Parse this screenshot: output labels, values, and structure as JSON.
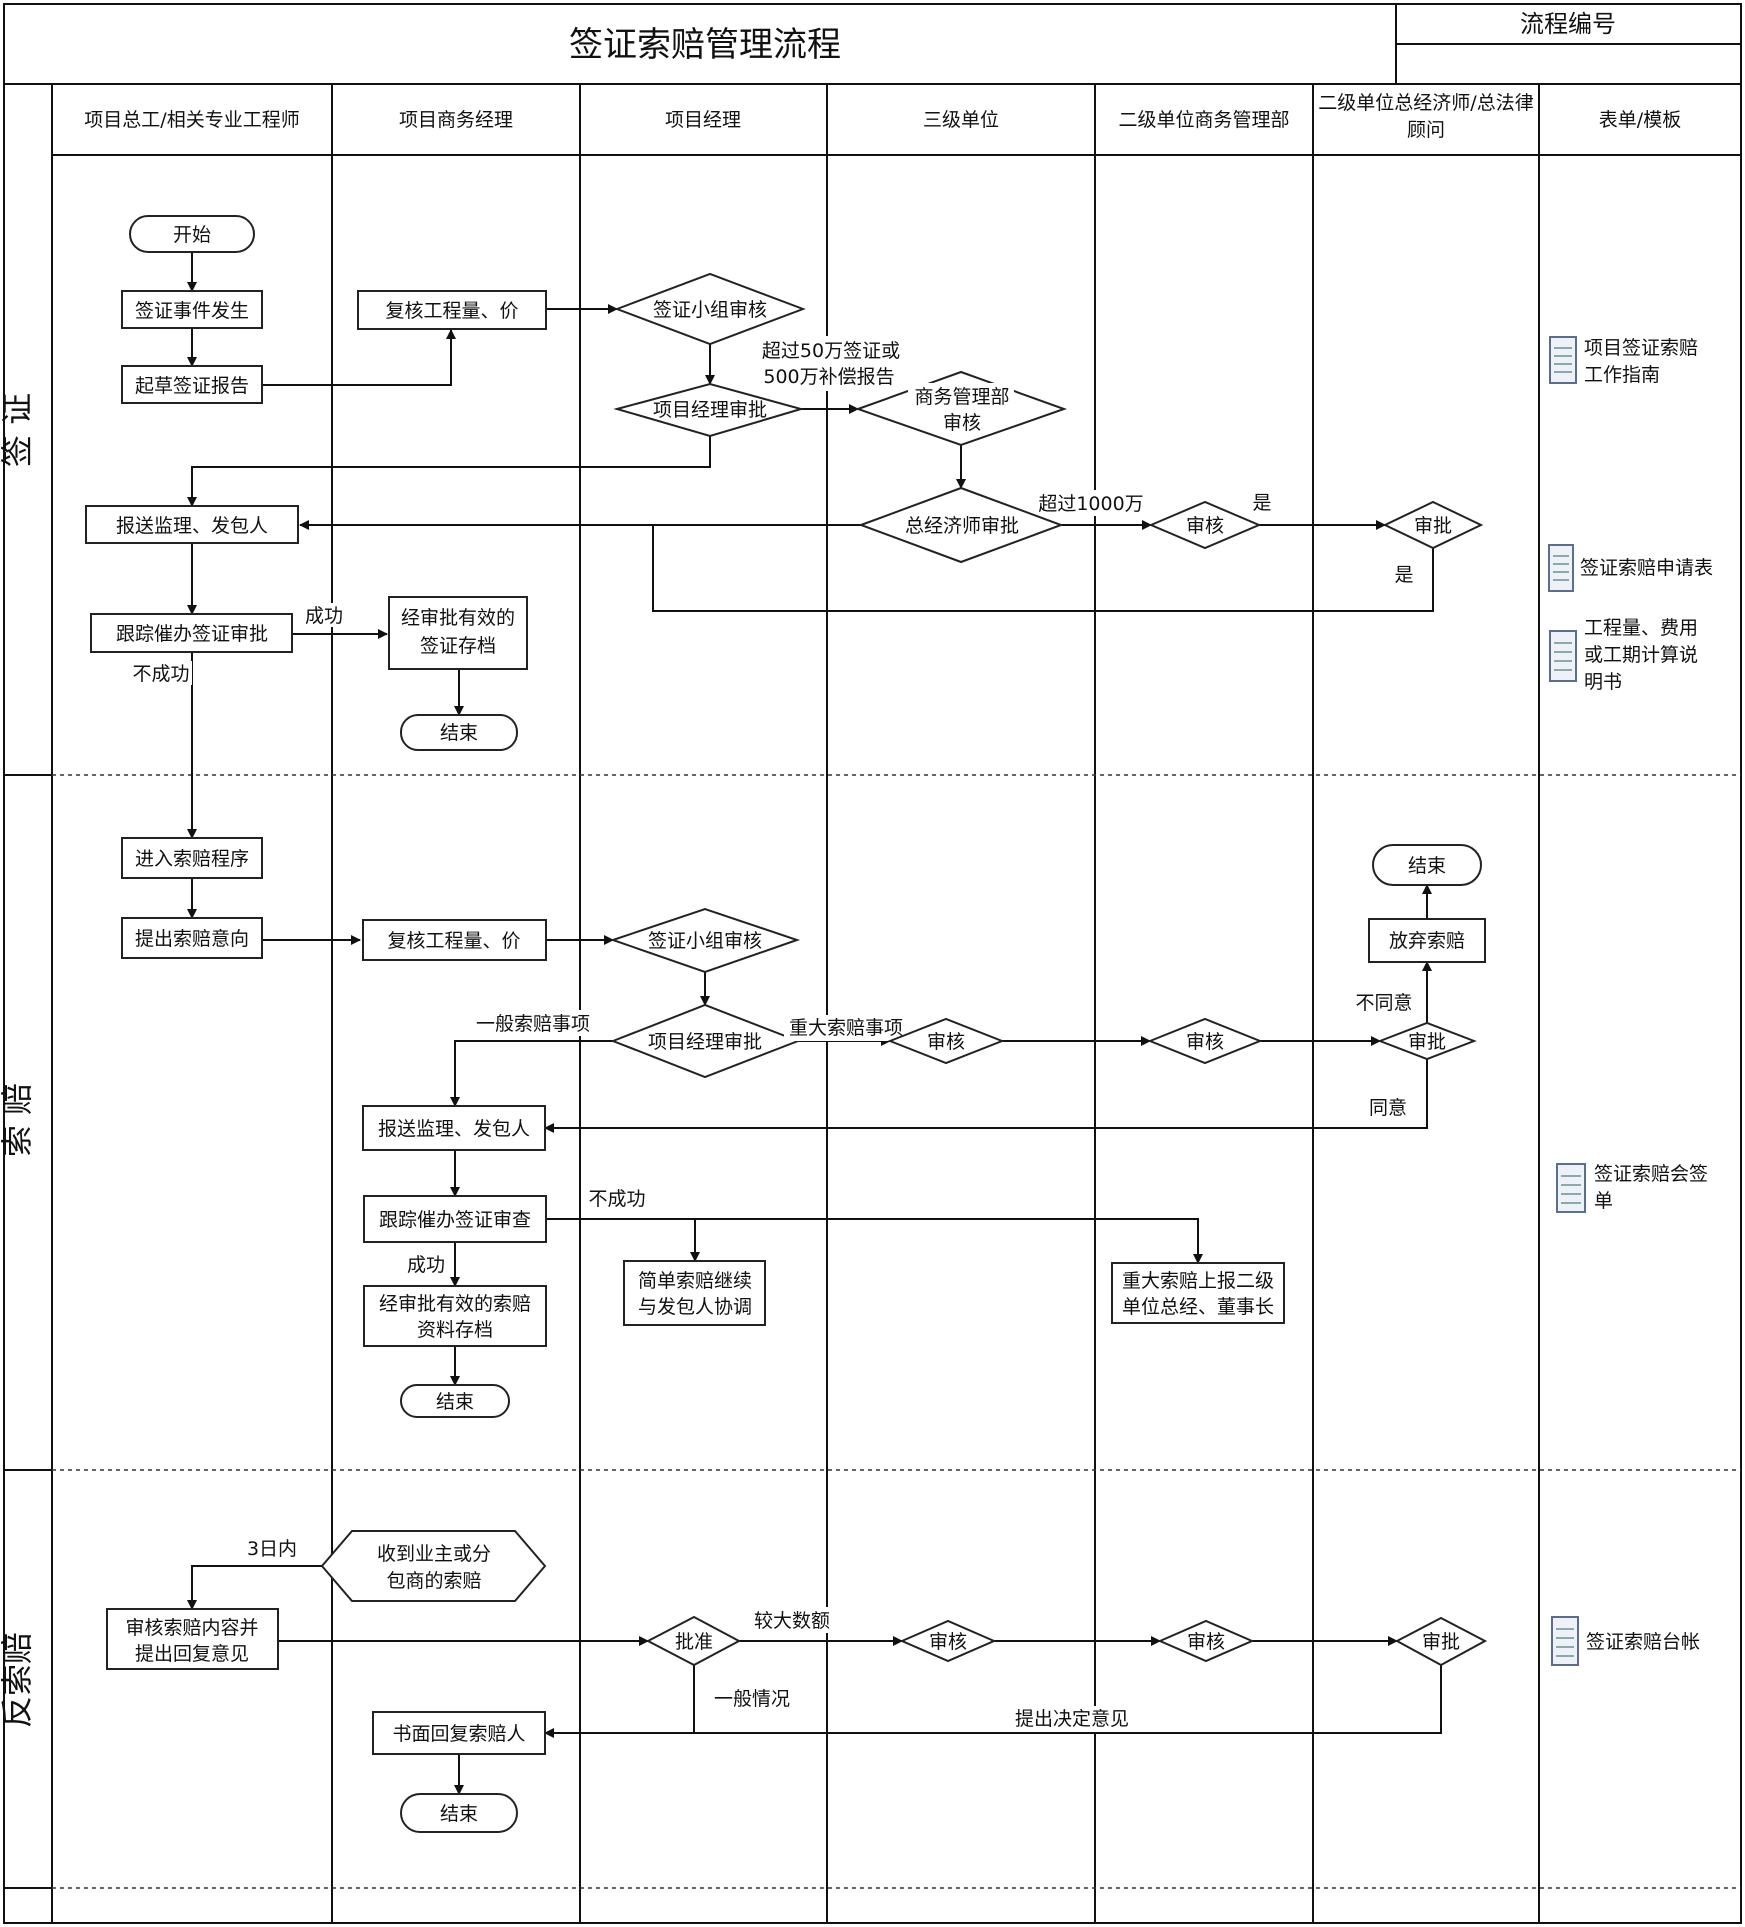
{
  "title": "签证索赔管理流程",
  "process_no_label": "流程编号",
  "lanes": [
    "项目总工/相关专业工程师",
    "项目商务经理",
    "项目经理",
    "三级单位",
    "二级单位商务管理部",
    "二级单位总经济师/总法律顾问",
    "表单/模板"
  ],
  "sections": {
    "visa": "签 证",
    "claim": "索 赔",
    "counter": "反索赔"
  },
  "visa": {
    "start": "开始",
    "event": "签证事件发生",
    "draft": "起草签证报告",
    "recheck": "复核工程量、价",
    "group_review": "签证小组审核",
    "pm_approve": "项目经理审批",
    "over_50_l1": "超过50万签证或",
    "over_50_l2": "500万补偿报告",
    "biz_l1": "商务管理部",
    "biz_l2": "审核",
    "ce_approve": "总经济师审批",
    "over_1000": "超过1000万",
    "review": "审核",
    "yes1": "是",
    "approve": "审批",
    "yes2": "是",
    "submit": "报送监理、发包人",
    "track": "跟踪催办签证审批",
    "success": "成功",
    "archive_l1": "经审批有效的",
    "archive_l2": "签证存档",
    "end": "结束",
    "fail": "不成功"
  },
  "claim": {
    "enter": "进入索赔程序",
    "intent": "提出索赔意向",
    "recheck": "复核工程量、价",
    "group_review": "签证小组审核",
    "general": "一般索赔事项",
    "pm_approve": "项目经理审批",
    "major": "重大索赔事项",
    "review1": "审核",
    "review2": "审核",
    "approve": "审批",
    "disagree": "不同意",
    "giveup": "放弃索赔",
    "end_top": "结束",
    "agree": "同意",
    "submit": "报送监理、发包人",
    "track": "跟踪催办签证审查",
    "fail": "不成功",
    "success": "成功",
    "simple_l1": "简单索赔继续",
    "simple_l2": "与发包人协调",
    "major_l1": "重大索赔上报二级",
    "major_l2": "单位总经、董事长",
    "archive_l1": "经审批有效的索赔",
    "archive_l2": "资料存档",
    "end": "结束"
  },
  "counter": {
    "receive_l1": "收到业主或分",
    "receive_l2": "包商的索赔",
    "within3": "3日内",
    "check_l1": "审核索赔内容并",
    "check_l2": "提出回复意见",
    "approve": "批准",
    "larger": "较大数额",
    "review1": "审核",
    "review2": "审核",
    "final_approve": "审批",
    "general": "一般情况",
    "decision": "提出决定意见",
    "reply": "书面回复索赔人",
    "end": "结束"
  },
  "forms": {
    "f1_l1": "项目签证索赔",
    "f1_l2": "工作指南",
    "f2": "签证索赔申请表",
    "f3_l1": "工程量、费用",
    "f3_l2": "或工期计算说",
    "f3_l3": "明书",
    "f4_l1": "签证索赔会签",
    "f4_l2": "单",
    "f5": "签证索赔台帐"
  },
  "colors": {
    "line": "#111111",
    "icon": "#5a6f8f"
  }
}
